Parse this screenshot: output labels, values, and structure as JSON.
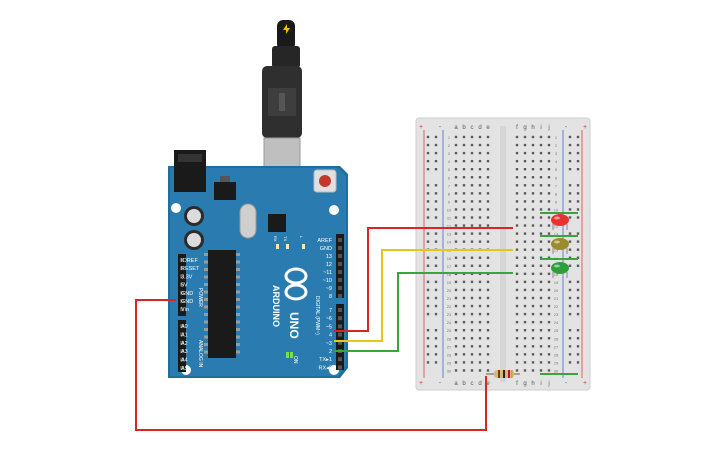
{
  "arduino": {
    "brand": "ARDUINO",
    "model": "UNO",
    "digital_label": "DIGITAL (PWM~)",
    "power_label": "POWER",
    "analog_label": "ANALOG IN",
    "on_label": "ON",
    "led_labels": [
      "RX",
      "TX",
      "L"
    ],
    "header_top_labels": [
      "AREF",
      "GND",
      "13",
      "12",
      "~11",
      "~10",
      "~9",
      "8"
    ],
    "header_bottom_labels": [
      "7",
      "~6",
      "~5",
      "4",
      "~3",
      "2",
      "TX▸1",
      "RX◂0"
    ],
    "power_pin_labels": [
      "IOREF",
      "RESET",
      "3.3V",
      "5V",
      "GND",
      "GND",
      "Vin"
    ],
    "analog_pin_labels": [
      "A0",
      "A1",
      "A2",
      "A3",
      "A4",
      "A5"
    ]
  },
  "breadboard": {
    "columns_left": [
      "a",
      "b",
      "c",
      "d",
      "e"
    ],
    "columns_right": [
      "f",
      "g",
      "h",
      "i",
      "j"
    ],
    "plus": "+",
    "minus": "-",
    "row_count": 30
  },
  "components": {
    "leds": [
      {
        "name": "red",
        "color": "#e8322f"
      },
      {
        "name": "yellow",
        "color": "#9c8a2e"
      },
      {
        "name": "green",
        "color": "#2e9e3a"
      }
    ],
    "resistor": "resistor"
  },
  "wires": {
    "red": "#d92525",
    "yellow": "#e6c619",
    "green": "#3aa63a",
    "ground": "#d92525"
  }
}
